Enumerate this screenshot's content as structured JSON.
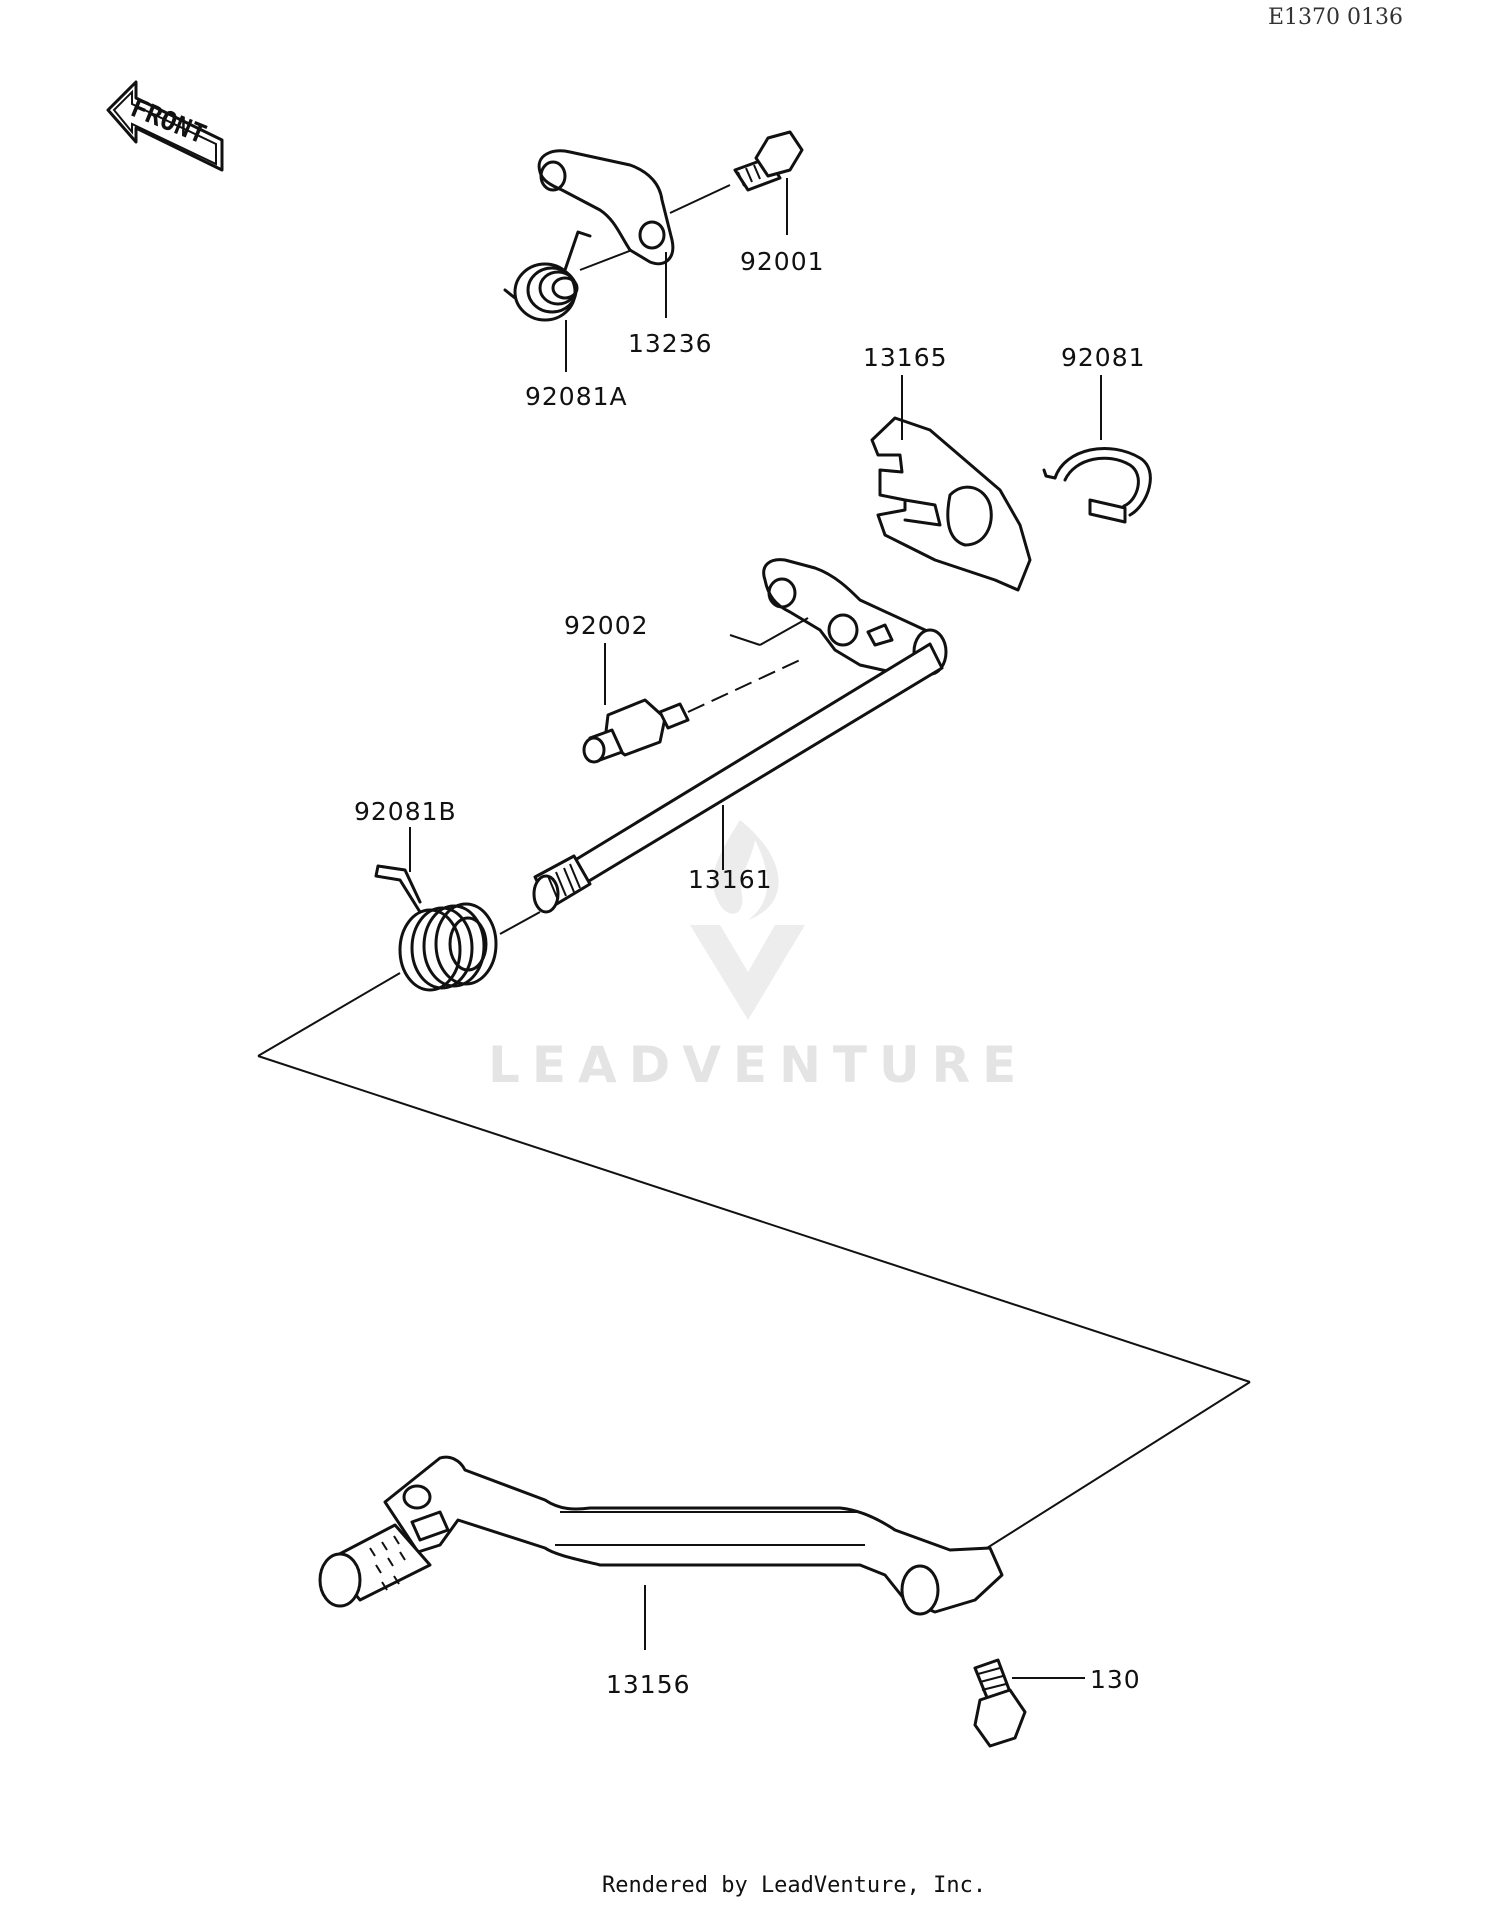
{
  "diagram": {
    "ref_code": "E1370 0136",
    "front_label": "FRONT",
    "watermark": "LEADVENTURE",
    "footer": "Rendered by LeadVenture, Inc.",
    "parts": [
      {
        "id": "p-92001",
        "label": "92001"
      },
      {
        "id": "p-13236",
        "label": "13236"
      },
      {
        "id": "p-92081A",
        "label": "92081A"
      },
      {
        "id": "p-13165",
        "label": "13165"
      },
      {
        "id": "p-92081",
        "label": "92081"
      },
      {
        "id": "p-92002",
        "label": "92002"
      },
      {
        "id": "p-92081B",
        "label": "92081B"
      },
      {
        "id": "p-13161",
        "label": "13161"
      },
      {
        "id": "p-13156",
        "label": "13156"
      },
      {
        "id": "p-130",
        "label": "130"
      }
    ]
  }
}
